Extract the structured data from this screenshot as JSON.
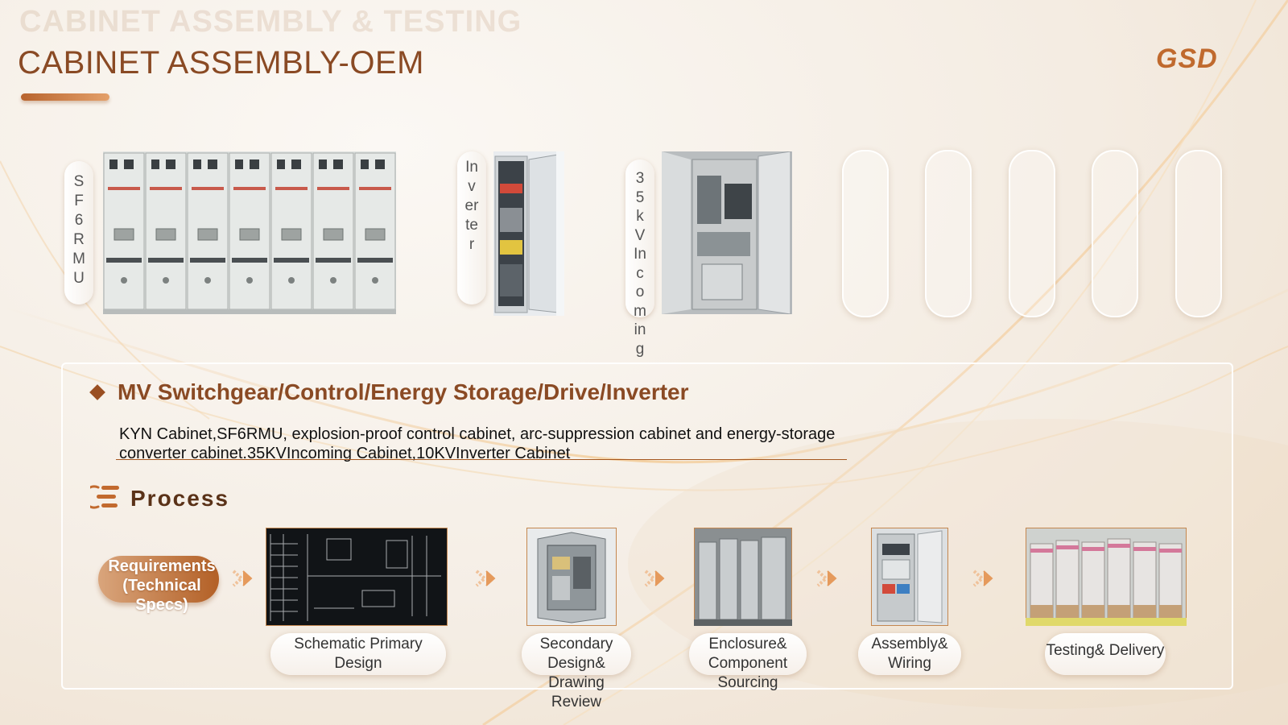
{
  "header": {
    "ghost_title": "CABINET ASSEMBLY & TESTING",
    "title": "CABINET ASSEMBLY-OEM",
    "logo": "GSD"
  },
  "gallery": {
    "labels": [
      "SF6RMU",
      "Inverter",
      "35kV Incoming"
    ],
    "empty_slots": 5
  },
  "section": {
    "title": "MV Switchgear/Control/Energy Storage/Drive/Inverter",
    "description": "KYN Cabinet,SF6RMU, explosion-proof control cabinet, arc-suppression cabinet and energy-storage converter cabinet.35KVIncoming Cabinet,10KVInverter Cabinet"
  },
  "process": {
    "label": "Process",
    "requirements": "Requirements (Technical Specs)",
    "steps": [
      "Schematic Primary Design",
      "Secondary Design& Drawing Review",
      "Enclosure& Component Sourcing",
      "Assembly& Wiring",
      "Testing& Delivery"
    ]
  },
  "colors": {
    "accent": "#8a4a24",
    "brand": "#c06a2e",
    "pill": "#b36026"
  },
  "icons": [
    "diamond-bullet-icon",
    "process-list-icon",
    "chevron-arrow-icon"
  ]
}
